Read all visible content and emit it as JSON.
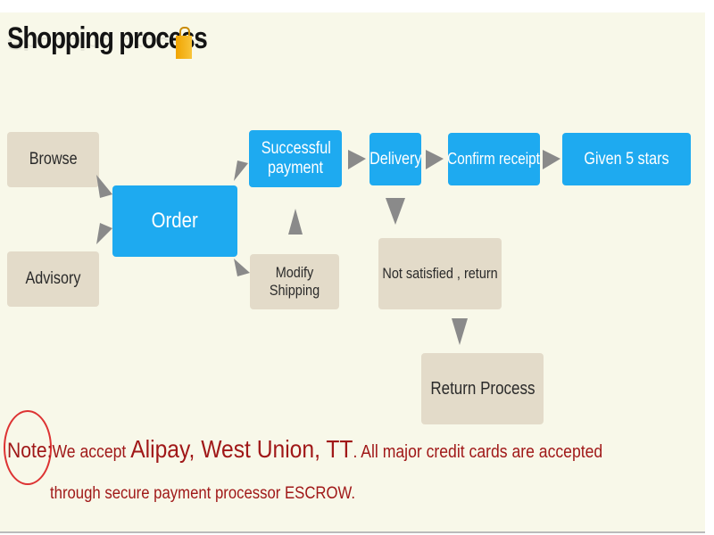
{
  "title": "Shopping process",
  "nodes": {
    "browse": "Browse",
    "advisory": "Advisory",
    "order": "Order",
    "modify_shipping": "Modify Shipping",
    "successful_payment": "Successful payment",
    "delivery": "Delivery",
    "confirm_receipt": "Confirm receipt",
    "given_5_stars": "Given 5 stars",
    "not_satisfied": "Not satisfied , return",
    "return_process": "Return Process"
  },
  "note": {
    "label": "Note:",
    "prefix": "We accept",
    "methods": "Alipay, West Union, TT",
    "suffix": ". All major credit cards are accepted",
    "line2": "through secure payment processor ESCROW."
  },
  "colors": {
    "blue_box": "#1eaaf0",
    "grey_box": "#e3dbc9",
    "arrow": "#8a8a8a",
    "note_text": "#a01818",
    "background": "#f8f8e9"
  }
}
